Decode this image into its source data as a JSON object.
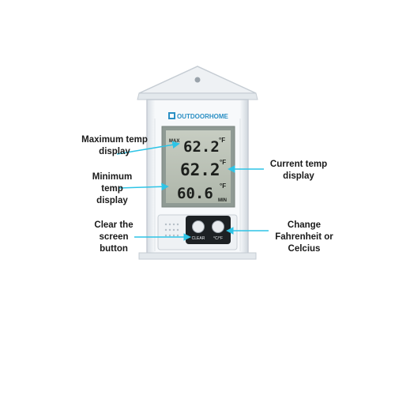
{
  "device": {
    "brand": "OUTDOORHOME",
    "readings": {
      "max": {
        "value": "62.2",
        "unit": "°F",
        "tag": "MAX"
      },
      "current": {
        "value": "62.2",
        "unit": "°F"
      },
      "min": {
        "value": "60.6",
        "unit": "°F",
        "tag": "MIN"
      }
    },
    "buttons": {
      "clear_label": "CLEAR",
      "unit_label": "°C/°F"
    }
  },
  "callouts": {
    "max_temp": "Maximum temp\ndisplay",
    "min_temp": "Minimum\ntemp\ndisplay",
    "current_temp": "Current temp\ndisplay",
    "clear": "Clear the\nscreen\nbutton",
    "toggle_unit": "Change\nFahrenheit or\nCelcius"
  },
  "colors": {
    "arrow": "#2ec4e6",
    "case": "#f4f6f8",
    "lcd": "#b9c0b4",
    "lcd_text": "#1c1f1c",
    "brand": "#2a8fc4"
  }
}
